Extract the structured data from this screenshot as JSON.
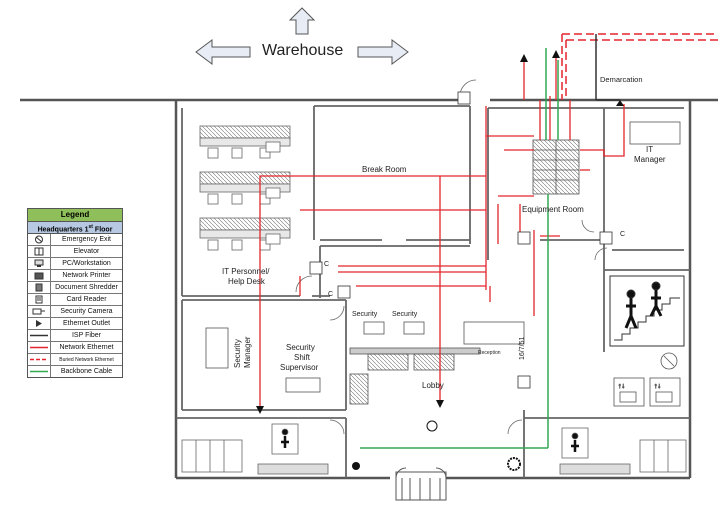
{
  "building": {
    "warehouse_label": "Warehouse",
    "rooms": {
      "break_room": "Break Room",
      "equipment_room": "Equipment Room",
      "it_manager": "IT\nManager",
      "it_personnel": "IT Personnel/\nHelp Desk",
      "security_manager": "Security\nManager",
      "security_shift_supervisor": "Security\nShift\nSupervisor",
      "lobby": "Lobby",
      "reception": "Reception",
      "demarcation": "Demarcation",
      "security_desk_1": "Security",
      "security_desk_2": "Security",
      "camera_letter": "C",
      "watermark": "16/7/51"
    }
  },
  "legend": {
    "title": "Legend",
    "subtitle_prefix": "Headquarters 1",
    "subtitle_sup": "st",
    "subtitle_suffix": " Floor",
    "items": [
      {
        "label": "Emergency Exit",
        "icon": "emergency-exit-icon"
      },
      {
        "label": "Elevator",
        "icon": "elevator-icon"
      },
      {
        "label": "PC/Workstation",
        "icon": "workstation-icon"
      },
      {
        "label": "Network Printer",
        "icon": "printer-icon"
      },
      {
        "label": "Document Shredder",
        "icon": "shredder-icon"
      },
      {
        "label": "Card Reader",
        "icon": "card-reader-icon"
      },
      {
        "label": "Security Camera",
        "icon": "security-camera-icon"
      },
      {
        "label": "Ethernet Outlet",
        "icon": "ethernet-outlet-icon"
      },
      {
        "label": "ISP Fiber",
        "icon": "isp-fiber-line"
      },
      {
        "label": "Network Ethernet",
        "icon": "network-ethernet-line"
      },
      {
        "label": "Buried Network Ethernet",
        "icon": "buried-ethernet-line"
      },
      {
        "label": "Backbone Cable",
        "icon": "backbone-cable-line"
      }
    ]
  },
  "colors": {
    "wall": "#555555",
    "ethernet": "#e3262d",
    "backbone": "#33a853",
    "fiber": "#333333",
    "legend_header": "#8fbf5a",
    "legend_sub": "#b7c9e2"
  }
}
